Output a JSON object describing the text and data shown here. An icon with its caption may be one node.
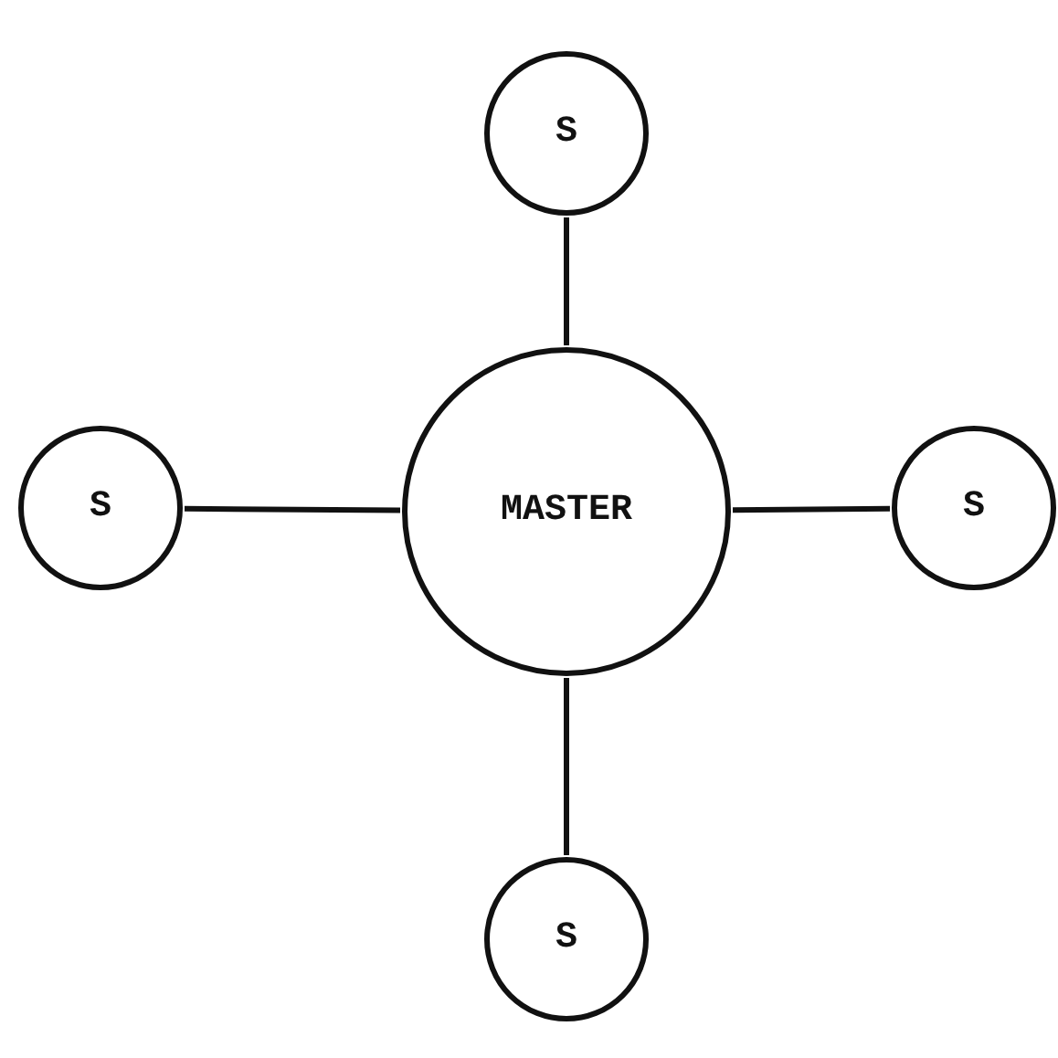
{
  "diagram": {
    "nodes": [
      {
        "text": [
          "S"
        ]
      },
      {
        "text": [
          "S"
        ]
      },
      {
        "text": [
          "MASTER"
        ]
      },
      {
        "text": [
          "S"
        ]
      },
      {
        "text": [
          "S"
        ]
      }
    ],
    "edges": [
      {
        "from": 2,
        "to": 0,
        "arrow": "none"
      },
      {
        "from": 2,
        "to": 1,
        "arrow": "none"
      },
      {
        "from": 2,
        "to": 3,
        "arrow": "none"
      },
      {
        "from": 2,
        "to": 4,
        "arrow": "none"
      }
    ]
  }
}
